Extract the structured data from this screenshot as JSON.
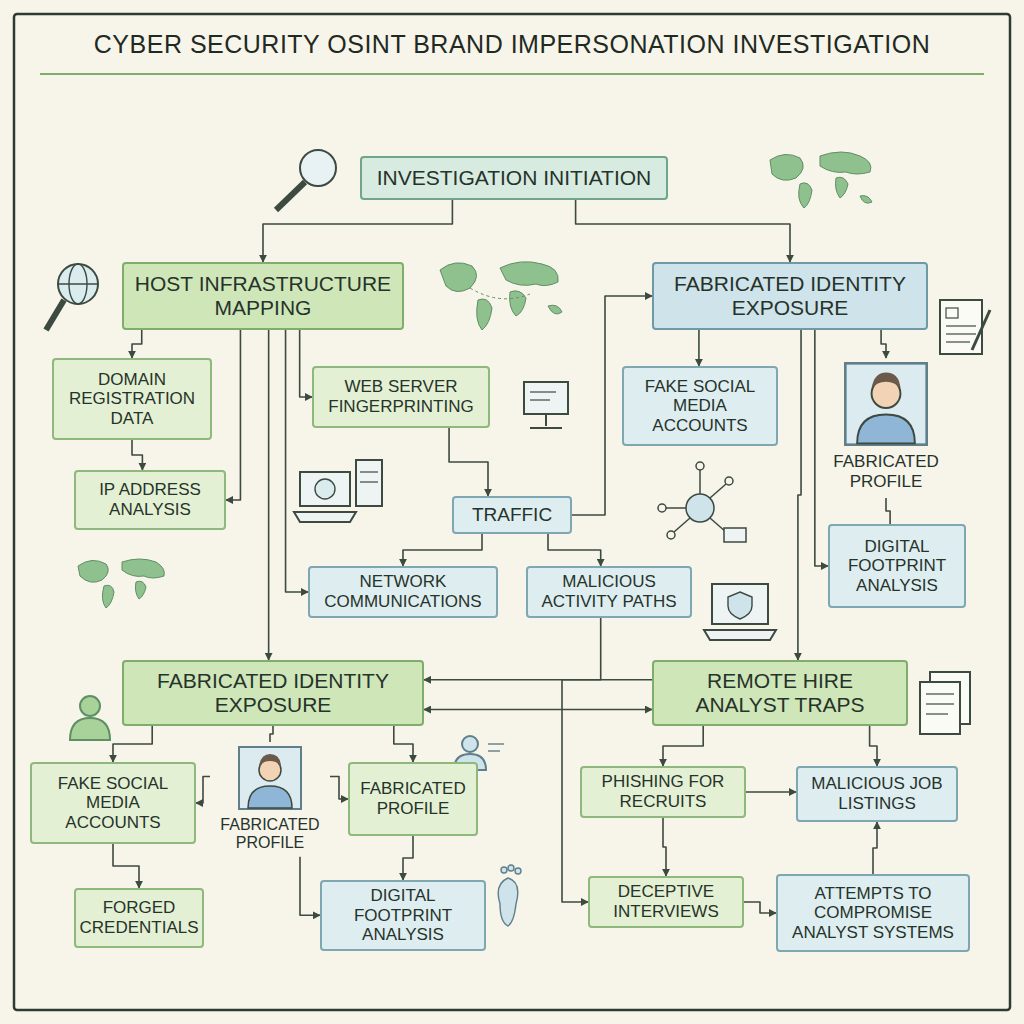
{
  "diagram": {
    "title": "CYBER SECURITY OSINT BRAND IMPERSONATION INVESTIGATION",
    "nodes": [
      {
        "text": [
          "INVESTIGATION INITIATION"
        ]
      },
      {
        "text": [
          "HOST INFRASTRUCTURE MAPPING"
        ]
      },
      {
        "text": [
          "FABRICATED IDENTITY EXPOSURE"
        ]
      },
      {
        "text": [
          "DOMAIN REGISTRATION DATA"
        ]
      },
      {
        "text": [
          "WEB SERVER FINGERPRINTING"
        ]
      },
      {
        "text": [
          "FAKE SOCIAL MEDIA ACCOUNTS"
        ]
      },
      {
        "text": [
          "FABRICATED PROFILE"
        ]
      },
      {
        "text": [
          "IP ADDRESS ANALYSIS"
        ]
      },
      {
        "text": [
          "TRAFFIC"
        ]
      },
      {
        "text": [
          "DIGITAL FOOTPRINT ANALYSIS"
        ]
      },
      {
        "text": [
          "NETWORK COMMUNICATIONS"
        ]
      },
      {
        "text": [
          "MALICIOUS ACTIVITY PATHS"
        ]
      },
      {
        "text": [
          "FABRICATED IDENTITY EXPOSURE"
        ]
      },
      {
        "text": [
          "REMOTE HIRE ANALYST TRAPS"
        ]
      },
      {
        "text": [
          "FAKE SOCIAL MEDIA ACCOUNTS"
        ]
      },
      {
        "text": [
          "FABRICATED PROFILE"
        ]
      },
      {
        "text": [
          "FABRICATED PROFILE"
        ]
      },
      {
        "text": [
          "PHISHING FOR RECRUITS"
        ]
      },
      {
        "text": [
          "MALICIOUS JOB LISTINGS"
        ]
      },
      {
        "text": [
          "FORGED CREDENTIALS"
        ]
      },
      {
        "text": [
          "DIGITAL FOOTPRINT ANALYSIS"
        ]
      },
      {
        "text": [
          "DECEPTIVE INTERVIEWS"
        ]
      },
      {
        "text": [
          "ATTEMPTS TO COMPROMISE ANALYST SYSTEMS"
        ]
      }
    ],
    "edges": [
      {
        "from": 0,
        "to": 1,
        "arrow": "to"
      },
      {
        "from": 0,
        "to": 2,
        "arrow": "to"
      },
      {
        "from": 1,
        "to": 3,
        "arrow": "to"
      },
      {
        "from": 1,
        "to": 7,
        "arrow": "to"
      },
      {
        "from": 1,
        "to": 4,
        "arrow": "to"
      },
      {
        "from": 1,
        "to": 12,
        "arrow": "to"
      },
      {
        "from": 1,
        "to": 10,
        "arrow": "to"
      },
      {
        "from": 3,
        "to": 7,
        "arrow": "to"
      },
      {
        "from": 4,
        "to": 8,
        "arrow": "to"
      },
      {
        "from": 8,
        "to": 10,
        "arrow": "to"
      },
      {
        "from": 8,
        "to": 11,
        "arrow": "to"
      },
      {
        "from": 8,
        "to": 2,
        "arrow": "to"
      },
      {
        "from": 11,
        "to": 12,
        "arrow": "to"
      },
      {
        "from": 2,
        "to": 5,
        "arrow": "to"
      },
      {
        "from": 2,
        "to": 6,
        "arrow": "to"
      },
      {
        "from": 2,
        "to": 9,
        "arrow": "to"
      },
      {
        "from": 2,
        "to": 13,
        "arrow": "to"
      },
      {
        "from": 6,
        "to": 9,
        "arrow": "none"
      },
      {
        "from": 12,
        "to": 14,
        "arrow": "to"
      },
      {
        "from": 12,
        "to": 15,
        "arrow": "none"
      },
      {
        "from": 12,
        "to": 16,
        "arrow": "to"
      },
      {
        "from": 15,
        "to": 14,
        "arrow": "to"
      },
      {
        "from": 15,
        "to": 16,
        "arrow": "to"
      },
      {
        "from": 14,
        "to": 19,
        "arrow": "to"
      },
      {
        "from": 16,
        "to": 20,
        "arrow": "to"
      },
      {
        "from": 15,
        "to": 20,
        "arrow": "to"
      },
      {
        "from": 12,
        "to": 13,
        "arrow": "both"
      },
      {
        "from": 13,
        "to": 17,
        "arrow": "to"
      },
      {
        "from": 13,
        "to": 18,
        "arrow": "to"
      },
      {
        "from": 13,
        "to": 21,
        "arrow": "to"
      },
      {
        "from": 17,
        "to": 18,
        "arrow": "to"
      },
      {
        "from": 17,
        "to": 21,
        "arrow": "to"
      },
      {
        "from": 21,
        "to": 22,
        "arrow": "to"
      },
      {
        "from": 22,
        "to": 18,
        "arrow": "to"
      }
    ]
  }
}
